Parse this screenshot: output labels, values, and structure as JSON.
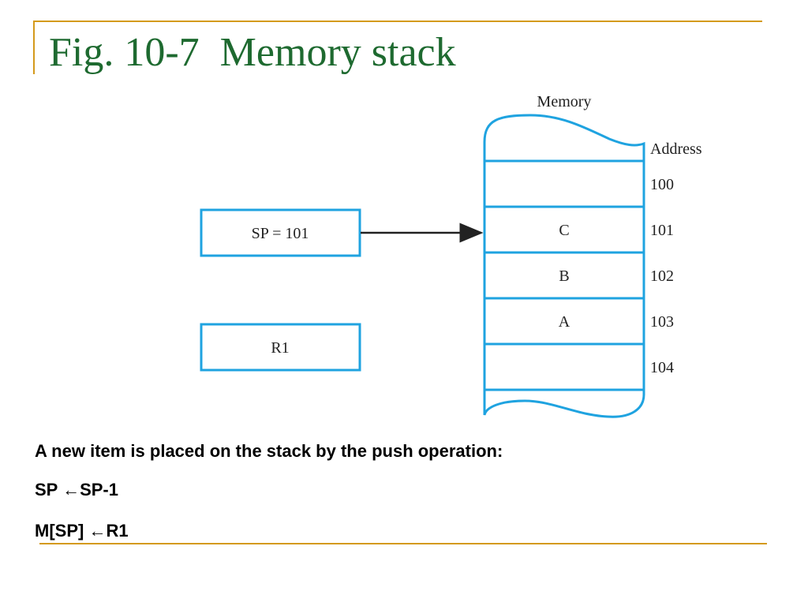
{
  "slide": {
    "title": "Fig. 10-7  Memory stack",
    "accent_color": "#d49a1c",
    "title_color": "#1e6a30",
    "diagram_color": "#1fa3e0"
  },
  "diagram": {
    "memory_label": "Memory",
    "address_label": "Address",
    "sp_box_label": "SP = 101",
    "r1_box_label": "R1",
    "cells": [
      {
        "address": "100",
        "content": ""
      },
      {
        "address": "101",
        "content": "C"
      },
      {
        "address": "102",
        "content": "B"
      },
      {
        "address": "103",
        "content": "A"
      },
      {
        "address": "104",
        "content": ""
      }
    ]
  },
  "text": {
    "line1": "A new item is placed on the stack by the push operation:",
    "line2": "SP ←SP-1",
    "line3": "M[SP] ←R1"
  }
}
